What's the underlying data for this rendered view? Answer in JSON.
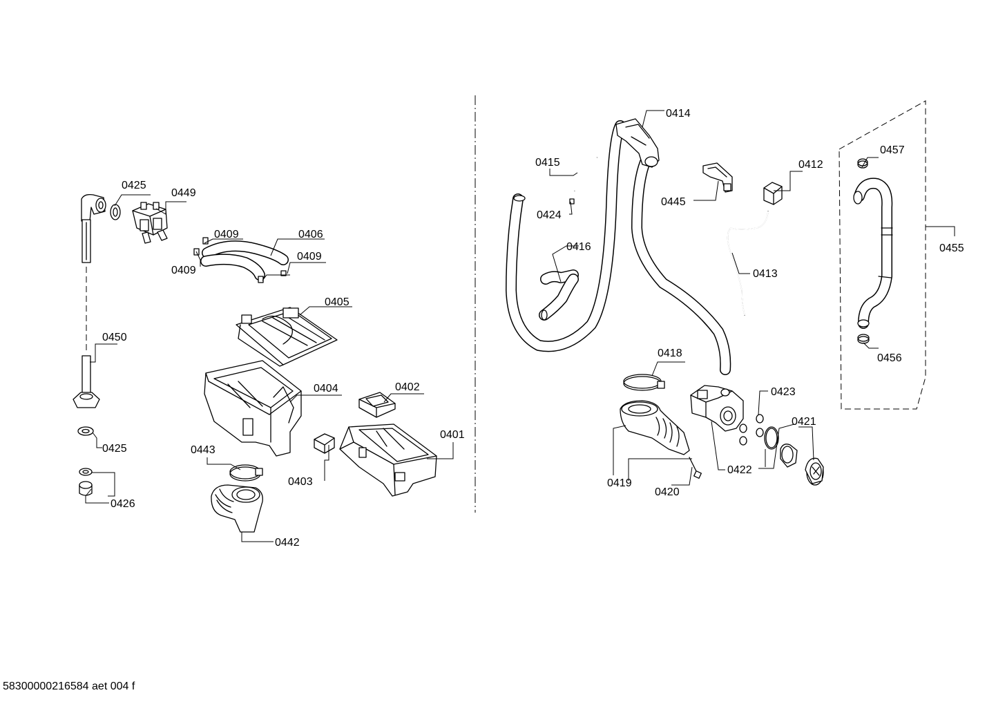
{
  "footer": {
    "document_code": "58300000216584 aet 004 f"
  },
  "labels": {
    "p0401": "0401",
    "p0402": "0402",
    "p0403": "0403",
    "p0404": "0404",
    "p0405": "0405",
    "p0406": "0406",
    "p0409a": "0409",
    "p0409b": "0409",
    "p0409c": "0409",
    "p0412": "0412",
    "p0413": "0413",
    "p0414": "0414",
    "p0415": "0415",
    "p0416": "0416",
    "p0418": "0418",
    "p0419": "0419",
    "p0420": "0420",
    "p0421": "0421",
    "p0422": "0422",
    "p0423": "0423",
    "p0424": "0424",
    "p0425a": "0425",
    "p0425b": "0425",
    "p0426": "0426",
    "p0442": "0442",
    "p0443": "0443",
    "p0445": "0445",
    "p0449": "0449",
    "p0450": "0450",
    "p0455": "0455",
    "p0456": "0456",
    "p0457": "0457"
  }
}
